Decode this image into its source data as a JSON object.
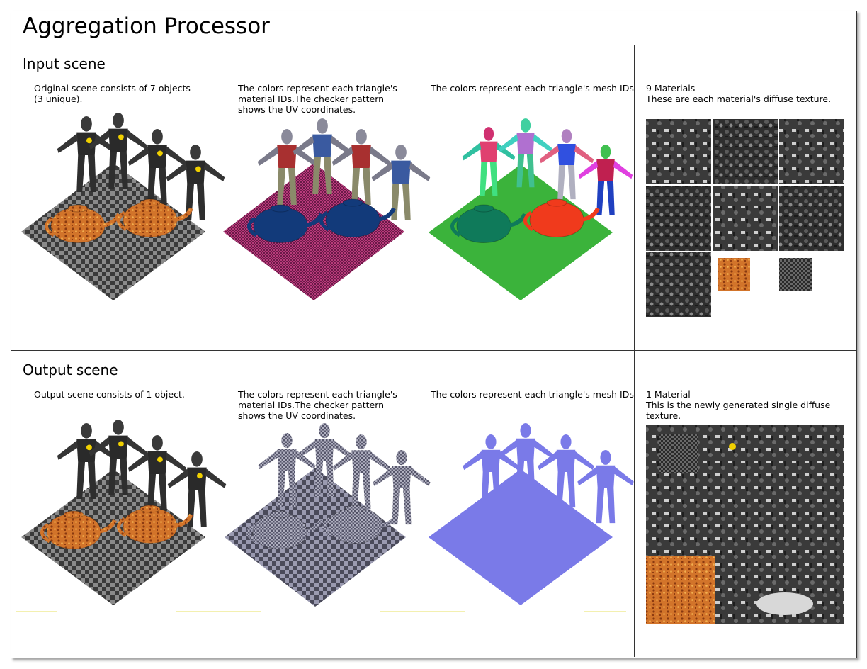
{
  "title": "Aggregation Processor",
  "input": {
    "heading": "Input scene",
    "caption_objects": "Original scene consists of 7 objects\n(3 unique).",
    "caption_materials": "The colors represent each triangle's\nmaterial IDs.The checker pattern\nshows the UV coordinates.",
    "caption_meshes": "The colors represent each triangle's mesh IDs",
    "materials_heading": "9 Materials",
    "materials_caption": "These are each material's diffuse texture."
  },
  "output": {
    "heading": "Output scene",
    "caption_objects": "Output scene consists of 1 object.",
    "caption_materials": "The colors represent each triangle's\nmaterial IDs.The checker pattern\nshows the UV coordinates.",
    "caption_meshes": "The colors represent each triangle's mesh IDs",
    "materials_heading": "1 Material",
    "materials_caption": "This is the newly generated single diffuse\ntexture."
  },
  "colors": {
    "ground_checker_dark": "#3a3a3a",
    "ground_checker_light": "#8a8a8a",
    "ground_material_id": "#a8306e",
    "teapot_material_id": "#123a7a",
    "ground_mesh_id": "#3bb33b",
    "teapot_mesh_id_1": "#0f7a5a",
    "teapot_mesh_id_2": "#f03a1c",
    "output_mesh_id": "#7a7ae8",
    "output_checker_dark": "#4a4a5a",
    "output_checker_light": "#9a9ab0",
    "teapot_texture": "#d2742a"
  },
  "icons": [
    "armored-soldier-icon",
    "teapot-icon",
    "checker-ground-icon",
    "texture-swatch-icon"
  ]
}
